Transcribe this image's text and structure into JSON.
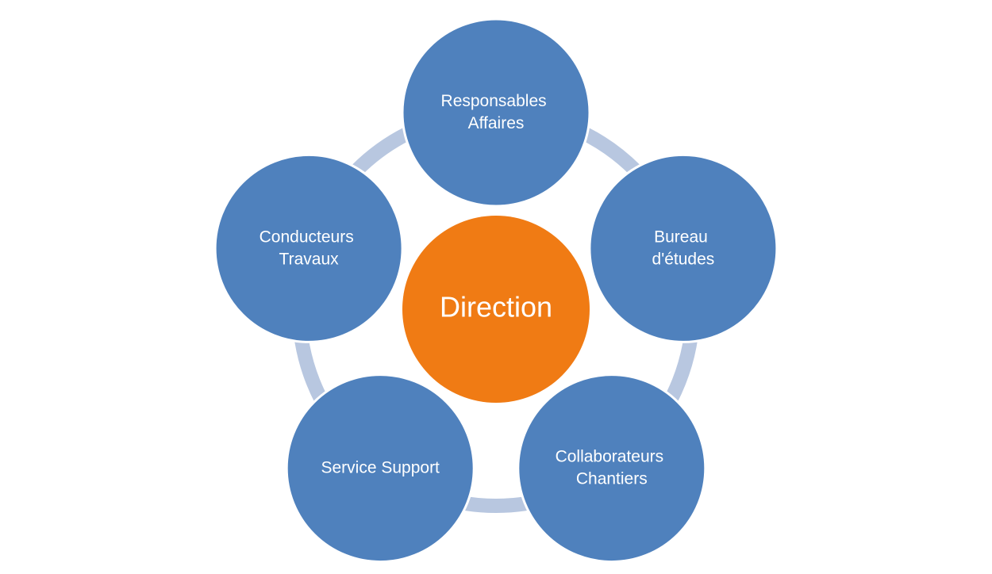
{
  "colors": {
    "background": "#ffffff",
    "outer_fill": "#4f81bd",
    "outer_stroke": "#ffffff",
    "center_fill": "#f07b14",
    "ring": "#b8c7e0",
    "text": "#ffffff"
  },
  "center": {
    "label": "Direction"
  },
  "nodes": [
    {
      "id": "responsables-affaires",
      "lines": [
        "Responsables",
        "Affaires"
      ]
    },
    {
      "id": "bureau-etudes",
      "lines": [
        "Bureau",
        "d'études"
      ]
    },
    {
      "id": "collaborateurs-chantiers",
      "lines": [
        "Collaborateurs",
        "Chantiers"
      ]
    },
    {
      "id": "service-support",
      "lines": [
        "Service Support"
      ]
    },
    {
      "id": "conducteurs-travaux",
      "lines": [
        "Conducteurs",
        "Travaux"
      ]
    }
  ]
}
